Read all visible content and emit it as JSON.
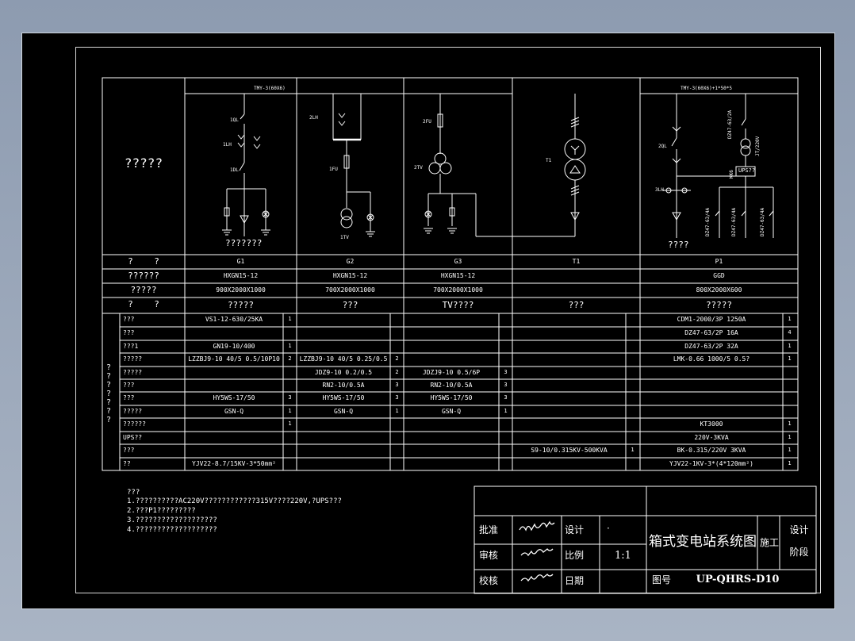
{
  "drawing": {
    "row_labels": {
      "diagram": "?????",
      "cabinet_no": "?    ?",
      "cabinet_model": "??????",
      "dimensions": "?????",
      "usage": "?    ?",
      "equipment_group": "?\n?\n?\n?\n?\n?\n?"
    },
    "columns": [
      {
        "no": "G1",
        "model": "HXGN15-12",
        "size": "900X2000X1000",
        "use": "?????"
      },
      {
        "no": "G2",
        "model": "HXGN15-12",
        "size": "700X2000X1000",
        "use": "???"
      },
      {
        "no": "G3",
        "model": "HXGN15-12",
        "size": "700X2000X1000",
        "use": "TV????"
      },
      {
        "no": "T1",
        "model": "",
        "size": "",
        "use": "???"
      },
      {
        "no": "P1",
        "model": "GGD",
        "size": "800X2000X600",
        "use": "?????"
      }
    ],
    "equipment_rows": [
      {
        "label": "???",
        "c1": "VS1-12-630/25KA",
        "q1": "1",
        "c2": "",
        "q2": "",
        "c3": "",
        "q3": "",
        "c4": "",
        "q4": "",
        "c5": "CDM1-2000/3P 1250A",
        "q5": "1"
      },
      {
        "label": "???",
        "c1": "",
        "q1": "",
        "c2": "",
        "q2": "",
        "c3": "",
        "q3": "",
        "c4": "",
        "q4": "",
        "c5": "DZ47-63/2P 16A",
        "q5": "4"
      },
      {
        "label": "???1",
        "c1": "GN19-10/400",
        "q1": "1",
        "c2": "",
        "q2": "",
        "c3": "",
        "q3": "",
        "c4": "",
        "q4": "",
        "c5": "DZ47-63/2P 32A",
        "q5": "1"
      },
      {
        "label": "?????",
        "c1": "LZZBJ9-10 40/5 0.5/10P10",
        "q1": "2",
        "c2": "LZZBJ9-10 40/5 0.25/0.5",
        "q2": "2",
        "c3": "",
        "q3": "",
        "c4": "",
        "q4": "",
        "c5": "LMK-0.66 1000/5 0.5?",
        "q5": "1"
      },
      {
        "label": "?????",
        "c1": "",
        "q1": "",
        "c2": "JDZ9-10 0.2/0.5",
        "q2": "2",
        "c3": "JDZJ9-10 0.5/6P",
        "q3": "3",
        "c4": "",
        "q4": "",
        "c5": "",
        "q5": ""
      },
      {
        "label": "???",
        "c1": "",
        "q1": "",
        "c2": "RN2-10/0.5A",
        "q2": "3",
        "c3": "RN2-10/0.5A",
        "q3": "3",
        "c4": "",
        "q4": "",
        "c5": "",
        "q5": ""
      },
      {
        "label": "???",
        "c1": "HY5WS-17/50",
        "q1": "3",
        "c2": "HY5WS-17/50",
        "q2": "3",
        "c3": "HY5WS-17/50",
        "q3": "3",
        "c4": "",
        "q4": "",
        "c5": "",
        "q5": ""
      },
      {
        "label": "?????",
        "c1": "GSN-Q",
        "q1": "1",
        "c2": "GSN-Q",
        "q2": "1",
        "c3": "GSN-Q",
        "q3": "1",
        "c4": "",
        "q4": "",
        "c5": "",
        "q5": ""
      },
      {
        "label": "??????",
        "c1": "",
        "q1": "1",
        "c2": "",
        "q2": "",
        "c3": "",
        "q3": "",
        "c4": "",
        "q4": "",
        "c5": "KT3000",
        "q5": "1"
      },
      {
        "label": "UPS??",
        "c1": "",
        "q1": "",
        "c2": "",
        "q2": "",
        "c3": "",
        "q3": "",
        "c4": "",
        "q4": "",
        "c5": "220V-3KVA",
        "q5": "1"
      },
      {
        "label": "???",
        "c1": "",
        "q1": "",
        "c2": "",
        "q2": "",
        "c3": "",
        "q3": "",
        "c4": "S9-10/0.315KV-500KVA",
        "q4": "1",
        "c5": "BK-0.315/220V 3KVA",
        "q5": "1"
      },
      {
        "label": "??",
        "c1": "YJV22-8.7/15KV-3*50mm²",
        "q1": "",
        "c2": "",
        "q2": "",
        "c3": "",
        "q3": "",
        "c4": "",
        "q4": "",
        "c5": "YJV22-1KV-3*(4*120mm²)",
        "q5": "1"
      }
    ],
    "diagram_labels": {
      "bus_g1": "TMY-3(60X6)",
      "bus_p1": "TMY-3(60X6)+1*50*5",
      "g1_1ql": "1QL",
      "g1_1lh": "1LH",
      "g1_1dl": "1DL",
      "g1_bottom": "???????",
      "g2_2lh": "2LH",
      "g2_1fu": "1FU",
      "g2_1tv": "1TV",
      "g3_2fu": "2FU",
      "g3_2tv": "2TV",
      "t1_label": "T1",
      "p1_2ql": "2QL",
      "p1_3lh": "3LH",
      "p1_bottom": "????",
      "p1_dz_top": "DZ47-63/2A",
      "p1_jt": "JT/220V",
      "p1_kk": "KK6",
      "p1_ups": "UPS??",
      "p1_dz_a": "DZ47-63/4A",
      "p1_dz_b": "DZ47-63/4A",
      "p1_dz_c": "DZ47-63/4A"
    },
    "notes": {
      "title": "???",
      "line1": "1.??????????AC220V????????????315V????220V,?UPS???",
      "line2": "2.???P1?????????",
      "line3": "3.???????????????????",
      "line4": "4.???????????????????"
    },
    "title_block": {
      "approve": "批准",
      "review": "审核",
      "check": "校核",
      "design": "设计",
      "scale_label": "比例",
      "scale": "1:1",
      "date_label": "日期",
      "design_dot": "·",
      "drawing_title": "箱式变电站系统图",
      "construction": "施工",
      "stage_line1": "设计",
      "stage_line2": "阶段",
      "drawing_no_label": "图号",
      "drawing_no": "UP-QHRS-D10"
    },
    "colors": {
      "line": "#ffffff",
      "background": "#000000",
      "sheet_bg": "#94a3b8"
    }
  }
}
